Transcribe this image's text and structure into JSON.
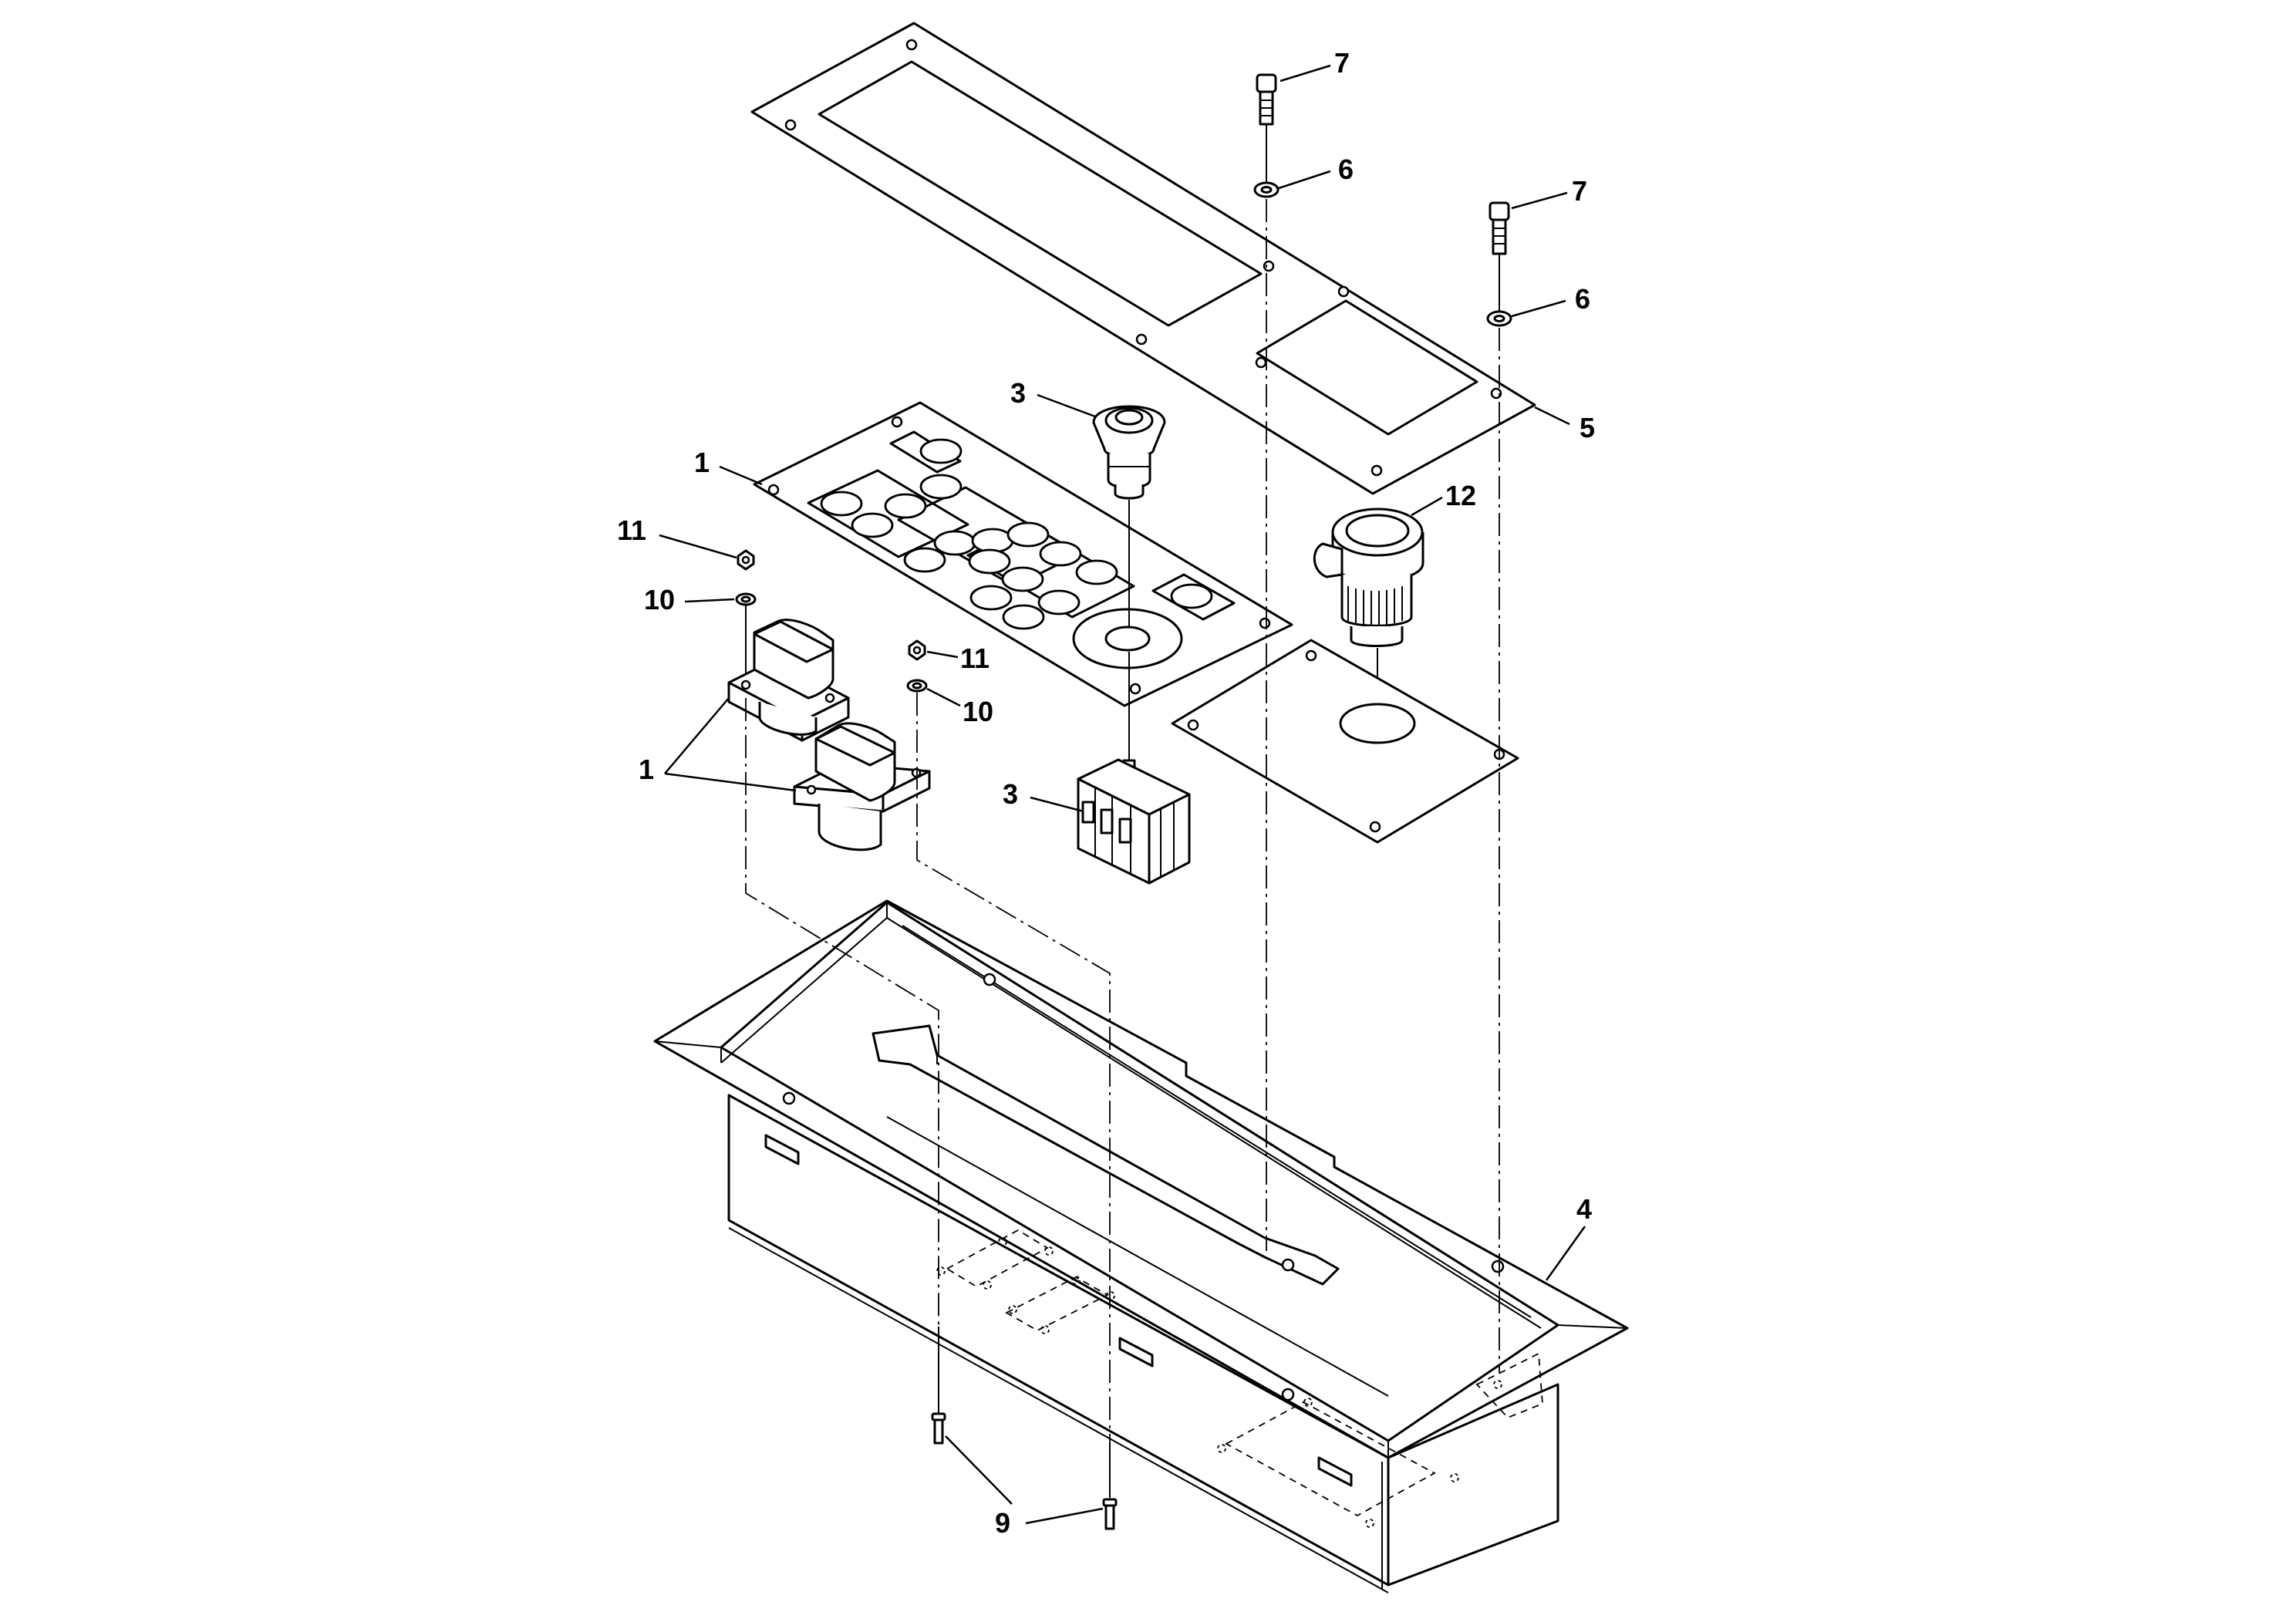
{
  "diagram": {
    "callouts": {
      "n1": "1",
      "n3": "3",
      "n4": "4",
      "n5": "5",
      "n6": "6",
      "n7": "7",
      "n9": "9",
      "n10": "10",
      "n11": "11",
      "n12": "12"
    }
  }
}
